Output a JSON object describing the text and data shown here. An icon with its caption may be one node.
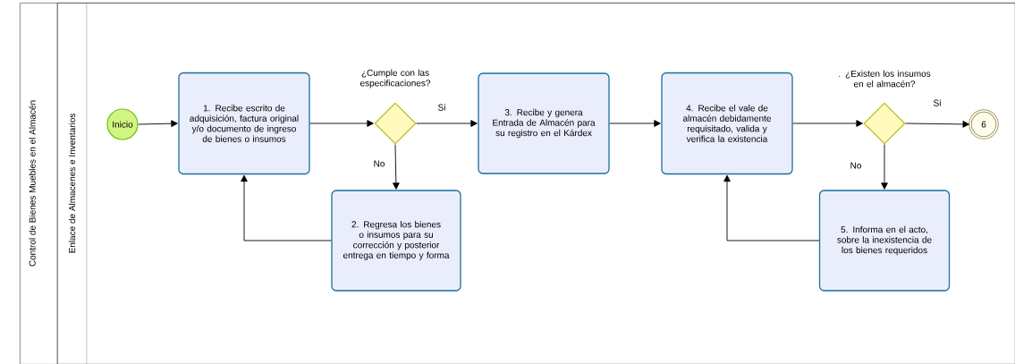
{
  "diagram": {
    "nodes": [
      {
        "text": [
          "Control de Bienes Muebles en el Almacén"
        ]
      },
      {
        "text": [
          "Enlace de Almacenes e Inventarios"
        ],
        "in": 0
      },
      {
        "text": [
          "Inicio"
        ],
        "in": 1
      },
      {
        "text": [
          "1. Recibe escrito de adquisición, factura original y/o documento de ingreso de bienes o insumos"
        ],
        "in": 1
      },
      {
        "text": [],
        "shape": "diamond",
        "beside": [
          "¿Cumple con las especificaciones?"
        ],
        "in": 1
      },
      {
        "text": [
          "2. Regresa los bienes o insumos para su corrección y posterior entrega en tiempo y forma"
        ],
        "in": 1
      },
      {
        "text": [
          "3. Recibe y genera Entrada de Almacén para su registro en el Kárdex"
        ],
        "in": 1
      },
      {
        "text": [
          "4. Recibe el vale de almacén debidamente requisitado, valida y verifica la existencia"
        ],
        "in": 1
      },
      {
        "text": [],
        "shape": "diamond",
        "beside": [
          ". ¿Existen los insumos en el almacén?"
        ],
        "in": 1
      },
      {
        "text": [
          "5.  Informa en el acto, sobre la inexistencia de los bienes requeridos"
        ],
        "in": 1
      },
      {
        "text": [
          "6"
        ],
        "in": 1
      }
    ],
    "edges": [
      {
        "from": 2,
        "to": 3,
        "arrow": "to"
      },
      {
        "from": 3,
        "to": 4,
        "arrow": "to"
      },
      {
        "from": 4,
        "to": 6,
        "arrow": "to",
        "label": "Si"
      },
      {
        "from": 4,
        "to": 5,
        "arrow": "to",
        "label": "No"
      },
      {
        "from": 5,
        "to": 3,
        "arrow": "to"
      },
      {
        "from": 6,
        "to": 7,
        "arrow": "to"
      },
      {
        "from": 7,
        "to": 8,
        "arrow": "to"
      },
      {
        "from": 8,
        "to": 10,
        "arrow": "to",
        "label": "Si"
      },
      {
        "from": 8,
        "to": 9,
        "arrow": "to",
        "label": "No"
      },
      {
        "from": 9,
        "to": 7,
        "arrow": "to"
      }
    ]
  }
}
